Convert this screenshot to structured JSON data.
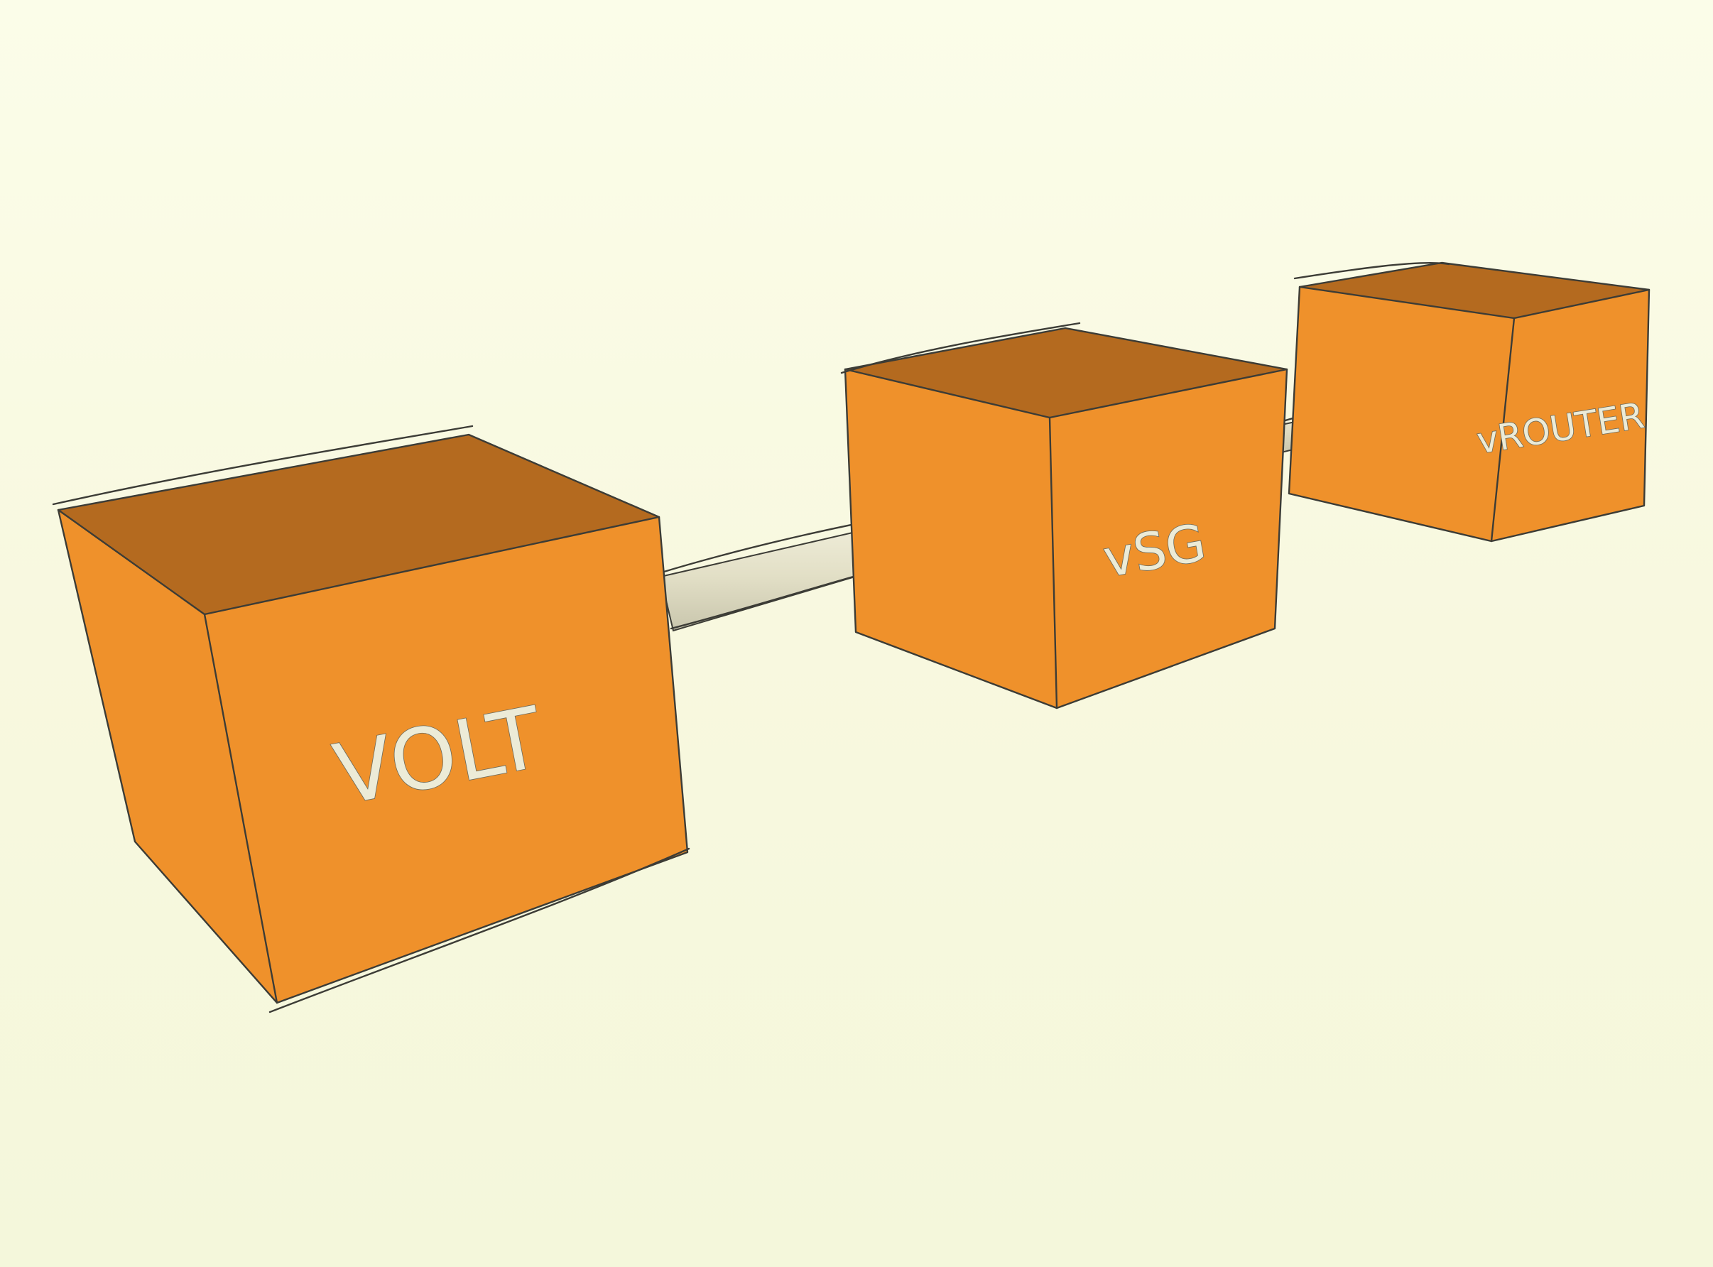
{
  "diagram": {
    "nodes": [
      {
        "id": "volt",
        "label": "VOLT"
      },
      {
        "id": "vsg",
        "label": "vSG"
      },
      {
        "id": "vrouter",
        "label": "vROUTER"
      }
    ],
    "links": [
      {
        "from": "volt",
        "to": "vsg"
      },
      {
        "from": "vsg",
        "to": "vrouter"
      }
    ],
    "colors": {
      "background": "#f8f9e4",
      "cube_front": "#ef912b",
      "cube_top": "#b46a1f",
      "connector": "#e8e6cf",
      "outline": "#3c3c36"
    }
  }
}
